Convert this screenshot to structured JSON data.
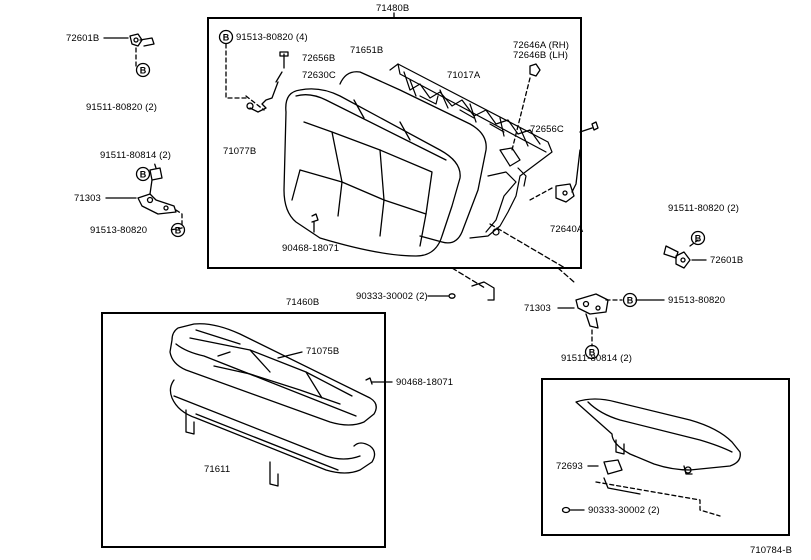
{
  "diagram": {
    "labels": {
      "assy_upper": "71480B",
      "assy_lower": "71460B",
      "part_72601B_left": "72601B",
      "part_91511_80820_left": "91511-80820 (2)",
      "part_91513_80820_4": "91513-80820 (4)",
      "part_72656B": "72656B",
      "part_72630C": "72630C",
      "part_71651B": "71651B",
      "part_71017A": "71017A",
      "part_72646A": "72646A (RH)",
      "part_72646B": "72646B (LH)",
      "part_72656C": "72656C",
      "part_71077B": "71077B",
      "part_72640A": "72640A",
      "part_90468_18071_upper": "90468-18071",
      "part_91511_80814_left": "91511-80814 (2)",
      "part_71303_left": "71303",
      "part_91513_80820_left": "91513-80820",
      "part_91511_80820_right": "91511-80820 (2)",
      "part_72601B_right": "72601B",
      "part_90333_30002_mid": "90333-30002 (2)",
      "part_71303_right": "71303",
      "part_91513_80820_right": "91513-80820",
      "part_91511_80814_right": "91511-80814 (2)",
      "part_71075B": "71075B",
      "part_90468_18071_lower": "90468-18071",
      "part_71611": "71611",
      "part_72693": "72693",
      "part_90333_30002_inset": "90333-30002 (2)",
      "figure_id": "710784-B"
    },
    "callout_letter": "B"
  }
}
